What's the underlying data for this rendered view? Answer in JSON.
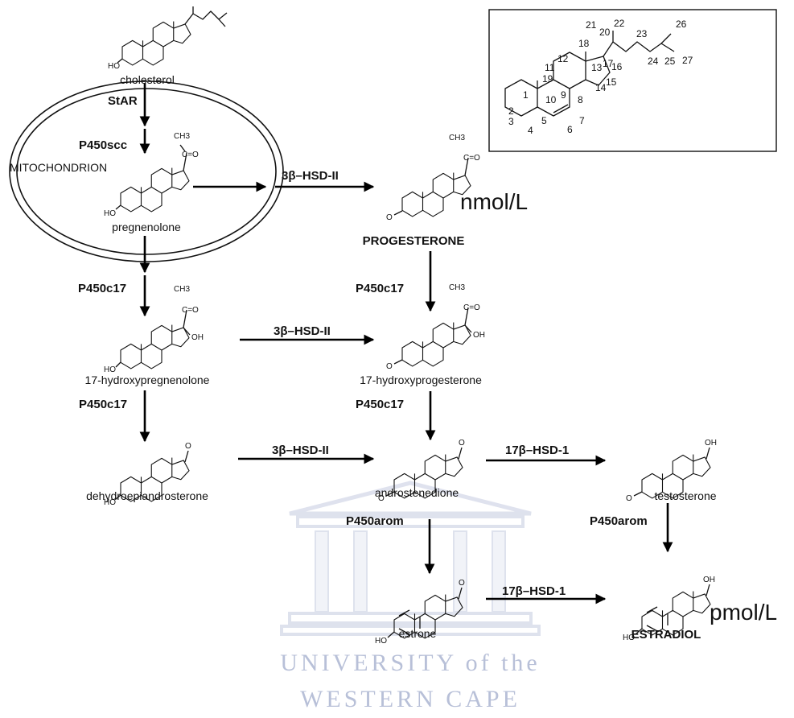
{
  "labels": {
    "mitochondrion": "MITOCHONDRION"
  },
  "compounds": {
    "cholesterol": "cholesterol",
    "pregnenolone": "pregnenolone",
    "progesterone": "PROGESTERONE",
    "hydroxypregnenolone": "17-hydroxypregnenolone",
    "hydroxyprogesterone": "17-hydroxyprogesterone",
    "dehydroepiandrosterone": "dehydroepiandrosterone",
    "androstenedione": "androstenedione",
    "testosterone": "testosterone",
    "estrone": "estrone",
    "estradiol": "ESTRADIOL"
  },
  "enzymes": {
    "star": "StAR",
    "p450scc": "P450scc",
    "hsd3b2": "3β–HSD-II",
    "p450c17": "P450c17",
    "hsd17b1": "17β–HSD-1",
    "p450arom": "P450arom"
  },
  "units": {
    "progesterone": "nmol/L",
    "estradiol": "pmol/L"
  },
  "structures": {
    "hydroxyl_label": "HO",
    "hydroxyl_suffix_label": "OH",
    "oxo_label": "O",
    "methyl_label": "CH3",
    "carbonyl_carbon_label": "C=O"
  },
  "skeleton_numbers": {
    "1": "1",
    "2": "2",
    "3": "3",
    "4": "4",
    "5": "5",
    "6": "6",
    "7": "7",
    "8": "8",
    "9": "9",
    "10": "10",
    "11": "11",
    "12": "12",
    "13": "13",
    "14": "14",
    "15": "15",
    "16": "16",
    "17": "17",
    "18": "18",
    "19": "19",
    "20": "20",
    "21": "21",
    "22": "22",
    "23": "23",
    "24": "24",
    "25": "25",
    "26": "26",
    "27": "27"
  },
  "watermark": {
    "line1": "UNIVERSITY of the",
    "line2": "WESTERN CAPE"
  }
}
